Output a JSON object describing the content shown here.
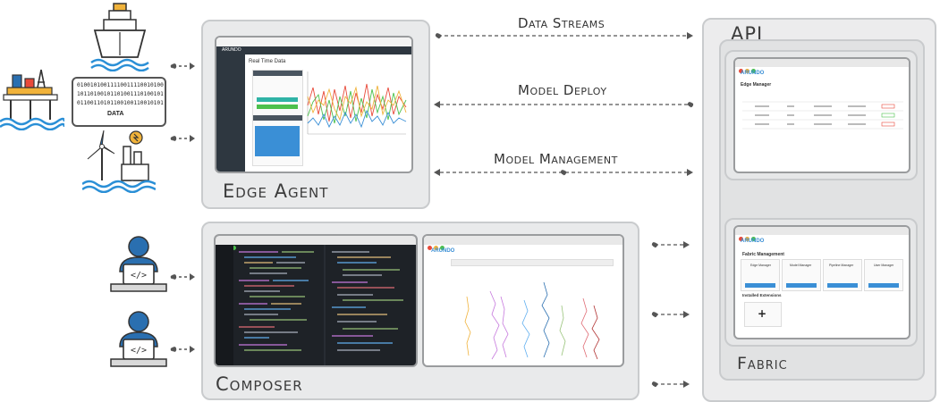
{
  "flows": {
    "data_streams": "Data Streams",
    "model_deploy": "Model Deploy",
    "model_management": "Model Management"
  },
  "panels": {
    "edge_agent": "Edge Agent",
    "composer": "Composer",
    "api": "API",
    "fabric": "Fabric"
  },
  "sources": {
    "binary_lines": [
      "01001010011110011110010100",
      "10110100101101001110100101",
      "01100110101100100110010101"
    ],
    "data_label": "DATA"
  },
  "edge_screen": {
    "brand": "ARUNDO",
    "title": "Real Time Data"
  },
  "composer_screen": {
    "brand": "ARUNDO"
  },
  "fabric_screens": {
    "brand": "ARUNDO",
    "edge_manager_title": "Edge Manager",
    "fabric_management_title": "Fabric Management",
    "cards": [
      "Edge Manager",
      "Model Manager",
      "Pipeline Manager",
      "User Manager"
    ],
    "installed": "Installed Extensions"
  },
  "colors": {
    "panel_bg": "#e9eaeb",
    "accent_teal": "#2fb3a6",
    "accent_blue": "#3a8fd6",
    "icon_blue": "#2a6fb0"
  }
}
